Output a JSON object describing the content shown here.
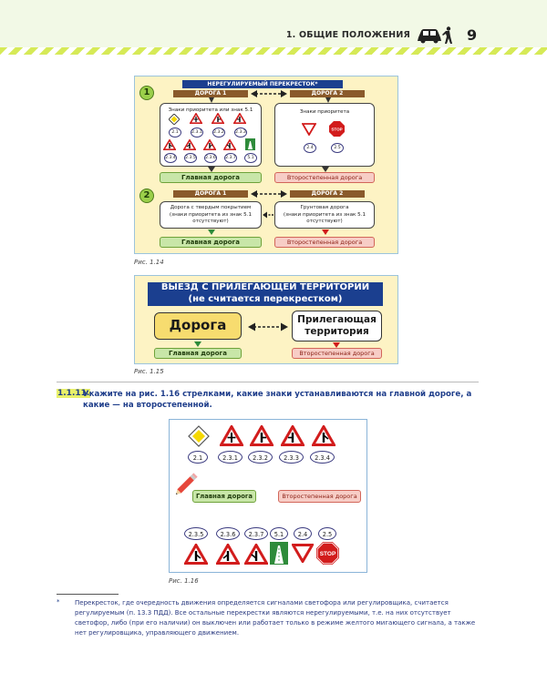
{
  "header": {
    "section_title": "1. ОБЩИЕ ПОЛОЖЕНИЯ",
    "page_number": "9",
    "icons": [
      "car-icon",
      "pedestrian-icon"
    ],
    "colors": {
      "stripe": "#d6ea57",
      "band": "#f2f9e6"
    }
  },
  "fig14": {
    "title": "НЕРЕГУЛИРУЕМЫЙ ПЕРЕКРЕСТОК*",
    "row1": {
      "num": "1",
      "road1": "ДОРОГА 1",
      "road2": "ДОРОГА 2",
      "left_box_title": "Знаки приоритета или знак 5.1",
      "left_codes_top": [
        "2.1",
        "2.3.1",
        "2.3.2",
        "2.3.3"
      ],
      "left_codes_bottom": [
        "2.3.4",
        "2.3.5",
        "2.3.6",
        "2.3.7",
        "5.1"
      ],
      "right_box_title": "Знаки приоритета",
      "right_codes": [
        "2.4",
        "2.5"
      ],
      "stop_text": "STOP",
      "main_label": "Главная дорога",
      "secondary_label": "Второстепенная дорога"
    },
    "row2": {
      "num": "2",
      "road1": "ДОРОГА 1",
      "road2": "ДОРОГА 2",
      "left_text_1": "Дорога с твердым покрытием",
      "left_text_2": "(знаки приоритета из знак 5.1",
      "left_text_3": "отсутствуют)",
      "right_text_1": "Грунтовая дорога",
      "right_text_2": "(знаки приоритета из знак 5.1",
      "right_text_3": "отсутствуют)",
      "main_label": "Главная дорога",
      "secondary_label": "Второстепенная дорога"
    },
    "caption": "Рис. 1.14"
  },
  "fig15": {
    "title_line1": "ВЫЕЗД С ПРИЛЕГАЮЩЕЙ ТЕРРИТОРИИ",
    "title_line2": "(не считается перекрестком)",
    "left_box": "Дорога",
    "right_box_line1": "Прилегающая",
    "right_box_line2": "территория",
    "main_label": "Главная дорога",
    "secondary_label": "Второстепенная дорога",
    "caption": "Рис. 1.15"
  },
  "task": {
    "number": "1.1.11.",
    "text": "Укажите на рис. 1.16 стрелками, какие знаки устанавливаются на главной дороге, а какие — на второстепенной."
  },
  "fig16": {
    "top_codes": [
      "2.1",
      "2.3.1",
      "2.3.2",
      "2.3.3",
      "2.3.4"
    ],
    "bottom_codes": [
      "2.3.5",
      "2.3.6",
      "2.3.7",
      "5.1",
      "2.4",
      "2.5"
    ],
    "main_label": "Главная дорога",
    "secondary_label": "Второстепенная дорога",
    "stop_text": "STOP",
    "caption": "Рис. 1.16"
  },
  "footnote": {
    "marker": "*",
    "text": "Перекресток, где очередность движения определяется сигналами светофора или регулировщика, считается регулируемым (п. 13.3 ПДД). Все остальные перекрестки являются нерегулируемыми, т.е. на них отсутствует светофор, либо (при его наличии) он выключен или работает только в режиме желтого мигающего сигнала, а также нет регулировщика, управляющего движением."
  }
}
